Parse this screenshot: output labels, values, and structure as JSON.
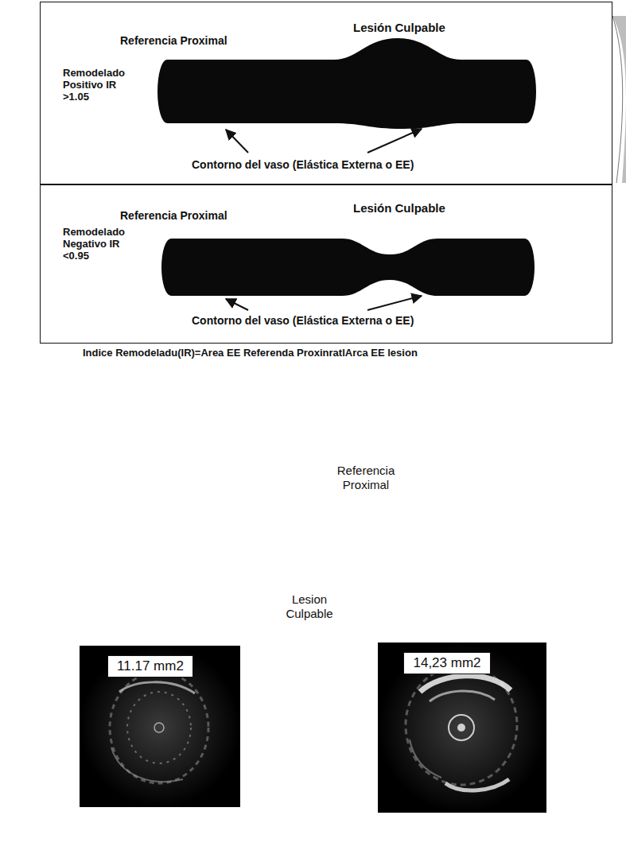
{
  "diagram": {
    "nodes": [
      {
        "text": [
          "Referencia Proximal",
          "Lesión Culpable",
          "Remodelado Positivo IR >1.05",
          "Contorno del vaso (Elástica Externa o EE)"
        ]
      },
      {
        "text": [
          "Referencia Proximal",
          "Lesión Culpable",
          "Remodelado Negativo IR <0.95",
          "Contorno del vaso (Elástica Externa o EE)"
        ]
      },
      {
        "text": [
          "11.17 mm2"
        ]
      },
      {
        "text": [
          "14,23 mm2"
        ]
      }
    ],
    "labels": [
      "Indice Remodeladu(IR)=Area EE Referenda ProxinratlArca EE lesion",
      "Referencia Proximal",
      "Lesion Culpable"
    ]
  }
}
